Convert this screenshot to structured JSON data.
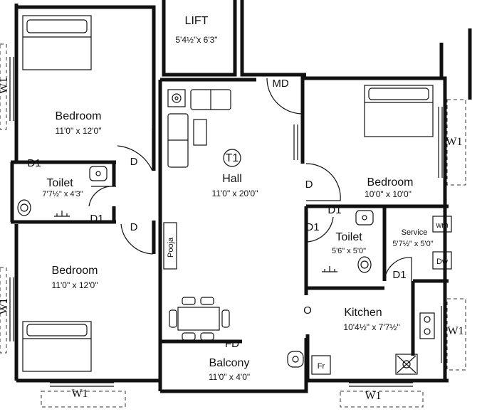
{
  "rooms": {
    "lift": {
      "name": "LIFT",
      "size": "5'4½\"x 6'3\""
    },
    "bedroom_tl": {
      "name": "Bedroom",
      "size": "11'0\" x 12'0\""
    },
    "bedroom_bl": {
      "name": "Bedroom",
      "size": "11'0\" x 12'0\""
    },
    "bedroom_r": {
      "name": "Bedroom",
      "size": "10'0\" x 10'0\""
    },
    "toilet_l": {
      "name": "Toilet",
      "size": "7'7½\" x 4'3\""
    },
    "toilet_r": {
      "name": "Toilet",
      "size": "5'6\" x 5'0\""
    },
    "hall": {
      "name": "Hall",
      "size": "11'0\" x 20'0\"",
      "tag": "T1"
    },
    "service": {
      "name": "Service",
      "size": "5'7½\" x 5'0\""
    },
    "kitchen": {
      "name": "Kitchen",
      "size": "10'4½\" x 7'7½\""
    },
    "balcony": {
      "name": "Balcony",
      "size": "11'0\" x 4'0\""
    },
    "pooja": {
      "name": "Pooja"
    }
  },
  "labels": {
    "md": "MD",
    "fd": "FD",
    "d": "D",
    "d1": "D1",
    "w1": "W1",
    "o": "O",
    "wm": "wm",
    "dw": "Dw",
    "fr": "Fr"
  }
}
